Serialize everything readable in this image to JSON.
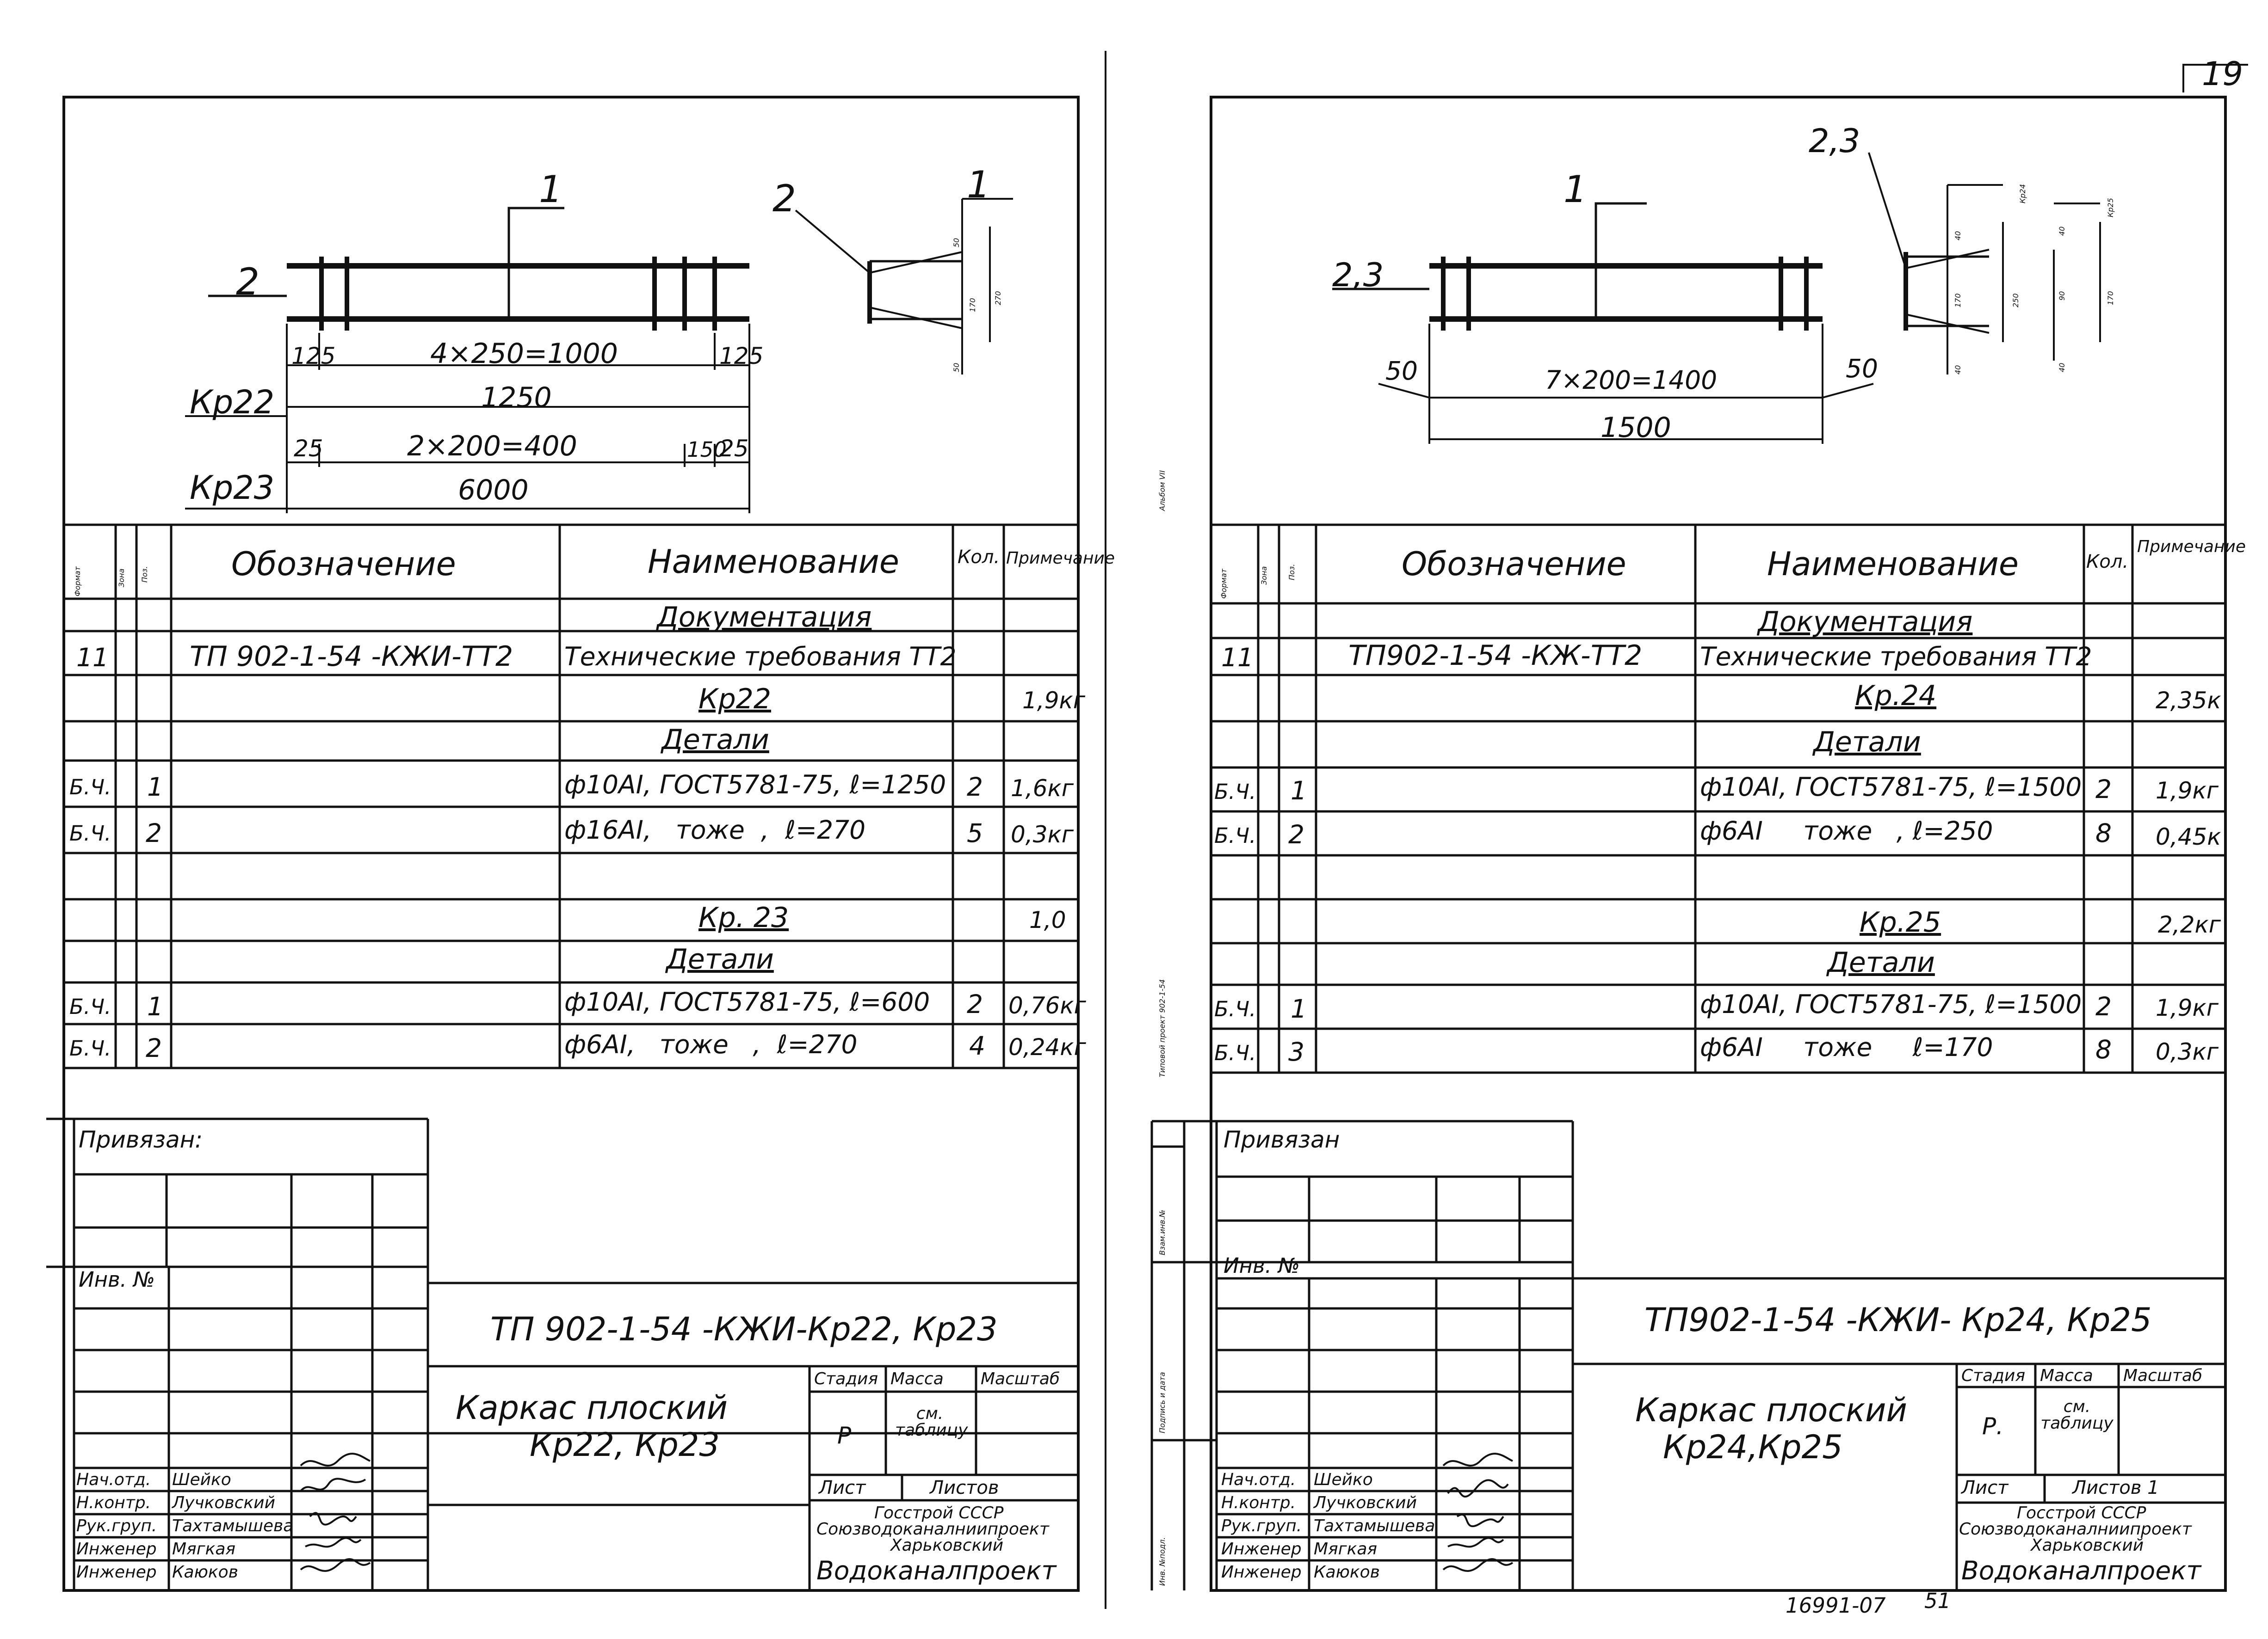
{
  "page_mark": "19",
  "footer_number": "16991-07",
  "footer_page": "51",
  "side_stamp": {
    "album": "Альбом VII",
    "project": "Типовой проект 902-1-54",
    "inv_vzam": "Взам.инв.№",
    "sign_date": "Подпись и дата",
    "inv_podl": "Инв. №подл."
  },
  "left": {
    "drawing": {
      "callout_1": "1",
      "callout_2a": "2",
      "callout_2b": "2",
      "callout_1b": "1",
      "dim_125a": "125",
      "dim_main_top": "4×250=1000",
      "dim_125b": "125",
      "label_kr22": "Кр22",
      "dim_1250": "1250",
      "dim_25a": "25",
      "dim_main_bot": "2×200=400",
      "dim_150": "150",
      "dim_25b": "25",
      "label_kr23": "Кр23",
      "dim_6000": "6000",
      "sec_50a": "50",
      "sec_170": "170",
      "sec_270": "270",
      "sec_50b": "50"
    },
    "spec": {
      "headers": {
        "format": "Формат",
        "zone": "Зона",
        "pos": "Поз.",
        "designation": "Обозначение",
        "name": "Наименование",
        "qty": "Кол.",
        "note": "Примечание"
      },
      "rows": [
        {
          "format": "",
          "pos": "",
          "designation": "",
          "name": "Документация",
          "qty": "",
          "note": ""
        },
        {
          "format": "11",
          "pos": "",
          "designation": "ТП 902-1-54 -КЖИ-ТТ2",
          "name": "Технические требования ТТ2",
          "qty": "",
          "note": ""
        },
        {
          "format": "",
          "pos": "",
          "designation": "",
          "name": "Кр22",
          "qty": "",
          "note": "1,9кг"
        },
        {
          "format": "",
          "pos": "",
          "designation": "",
          "name": "Детали",
          "qty": "",
          "note": ""
        },
        {
          "format": "Б.Ч.",
          "pos": "1",
          "designation": "",
          "name": "ф10АI, ГОСТ5781-75, ℓ=1250",
          "qty": "2",
          "note": "1,6кг"
        },
        {
          "format": "Б.Ч.",
          "pos": "2",
          "designation": "",
          "name": "ф16АI,   тоже  ,  ℓ=270",
          "qty": "5",
          "note": "0,3кг"
        },
        {
          "format": "",
          "pos": "",
          "designation": "",
          "name": "",
          "qty": "",
          "note": ""
        },
        {
          "format": "",
          "pos": "",
          "designation": "",
          "name": "Кр. 23",
          "qty": "",
          "note": "1,0"
        },
        {
          "format": "",
          "pos": "",
          "designation": "",
          "name": "Детали",
          "qty": "",
          "note": ""
        },
        {
          "format": "Б.Ч.",
          "pos": "1",
          "designation": "",
          "name": "ф10АI, ГОСТ5781-75, ℓ=600",
          "qty": "2",
          "note": "0,76кг"
        },
        {
          "format": "Б.Ч.",
          "pos": "2",
          "designation": "",
          "name": "ф6АI,   тоже   ,  ℓ=270",
          "qty": "4",
          "note": "0,24кг"
        }
      ]
    },
    "stamp": {
      "privyazan": "Привязан:",
      "inv_no": "Инв. №",
      "code": "ТП 902-1-54 -КЖИ-Кр22, Кр23",
      "title_line1": "Каркас плоский",
      "title_line2": "Кр22, Кр23",
      "stadiya": "Стадия",
      "massa": "Масса",
      "masshtab": "Масштаб",
      "stadiya_val": "Р",
      "massa_val": "см. таблицу",
      "list": "Лист",
      "listov": "Листов",
      "org_line1": "Госстрой СССР",
      "org_line2": "Союзводоканалниипроект",
      "org_line3": "Харьковский",
      "org_line4": "Водоканалпроект",
      "people": [
        {
          "role": "Нач.отд.",
          "name": "Шейко"
        },
        {
          "role": "Н.контр.",
          "name": "Лучковский"
        },
        {
          "role": "Рук.груп.",
          "name": "Тахтамышева"
        },
        {
          "role": "Инженер",
          "name": "Мягкая"
        },
        {
          "role": "Инженер",
          "name": "Каюков"
        }
      ]
    }
  },
  "right": {
    "drawing": {
      "callout_1": "1",
      "callout_23a": "2,3",
      "callout_23b": "2,3",
      "dim_50a": "50",
      "dim_main": "7×200=1400",
      "dim_50b": "50",
      "dim_1500": "1500",
      "label_kr24": "Кр24",
      "label_kr25": "Кр25",
      "sec_40a": "40",
      "sec_170a": "170",
      "sec_40b": "40",
      "sec_250": "250",
      "sec_40c": "40",
      "sec_90": "90",
      "sec_40d": "40",
      "sec_170b": "170"
    },
    "spec": {
      "headers": {
        "format": "Формат",
        "zone": "Зона",
        "pos": "Поз.",
        "designation": "Обозначение",
        "name": "Наименование",
        "qty": "Кол.",
        "note": "Примечание"
      },
      "rows": [
        {
          "format": "",
          "pos": "",
          "designation": "",
          "name": "Документация",
          "qty": "",
          "note": ""
        },
        {
          "format": "11",
          "pos": "",
          "designation": "ТП902-1-54 -КЖ-ТТ2",
          "name": "Технические требования ТТ2",
          "qty": "",
          "note": ""
        },
        {
          "format": "",
          "pos": "",
          "designation": "",
          "name": "Кр.24",
          "qty": "",
          "note": "2,35к"
        },
        {
          "format": "",
          "pos": "",
          "designation": "",
          "name": "Детали",
          "qty": "",
          "note": ""
        },
        {
          "format": "Б.Ч.",
          "pos": "1",
          "designation": "",
          "name": "ф10АI, ГОСТ5781-75, ℓ=1500",
          "qty": "2",
          "note": "1,9кг"
        },
        {
          "format": "Б.Ч.",
          "pos": "2",
          "designation": "",
          "name": "ф6АI     тоже   , ℓ=250",
          "qty": "8",
          "note": "0,45к"
        },
        {
          "format": "",
          "pos": "",
          "designation": "",
          "name": "",
          "qty": "",
          "note": ""
        },
        {
          "format": "",
          "pos": "",
          "designation": "",
          "name": "Кр.25",
          "qty": "",
          "note": "2,2кг"
        },
        {
          "format": "",
          "pos": "",
          "designation": "",
          "name": "Детали",
          "qty": "",
          "note": ""
        },
        {
          "format": "Б.Ч.",
          "pos": "1",
          "designation": "",
          "name": "ф10АI, ГОСТ5781-75, ℓ=1500",
          "qty": "2",
          "note": "1,9кг"
        },
        {
          "format": "Б.Ч.",
          "pos": "3",
          "designation": "",
          "name": "ф6АI     тоже     ℓ=170",
          "qty": "8",
          "note": "0,3кг"
        }
      ]
    },
    "stamp": {
      "privyazan": "Привязан",
      "inv_no": "Инв. №",
      "code": "ТП902-1-54 -КЖИ- Кр24, Кр25",
      "title_line1": "Каркас плоский",
      "title_line2": "Кр24,Кр25",
      "stadiya": "Стадия",
      "massa": "Масса",
      "masshtab": "Масштаб",
      "stadiya_val": "Р.",
      "massa_val": "см. таблицу",
      "list": "Лист",
      "listov": "Листов 1",
      "org_line1": "Госстрой СССР",
      "org_line2": "Союзводоканалниипроект",
      "org_line3": "Харьковский",
      "org_line4": "Водоканалпроект",
      "people": [
        {
          "role": "Нач.отд.",
          "name": "Шейко"
        },
        {
          "role": "Н.контр.",
          "name": "Лучковский"
        },
        {
          "role": "Рук.груп.",
          "name": "Тахтамышева"
        },
        {
          "role": "Инженер",
          "name": "Мягкая"
        },
        {
          "role": "Инженер",
          "name": "Каюков"
        }
      ]
    }
  }
}
